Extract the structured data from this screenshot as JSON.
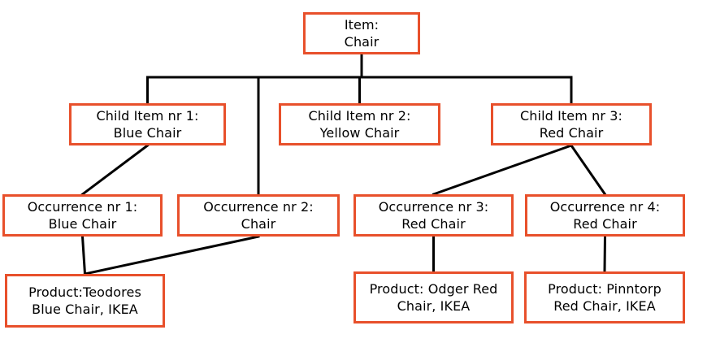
{
  "diagram": {
    "colors": {
      "box_border": "#E8502B",
      "line": "#000000",
      "text": "#000000",
      "background": "#FFFFFF"
    },
    "nodes": {
      "item": {
        "label": "Item:\nChair"
      },
      "child1": {
        "label": "Child Item nr 1:\nBlue Chair"
      },
      "child2": {
        "label": "Child Item nr 2:\nYellow Chair"
      },
      "child3": {
        "label": "Child Item nr 3:\nRed Chair"
      },
      "occ1": {
        "label": "Occurrence nr 1:\nBlue Chair"
      },
      "occ2": {
        "label": "Occurrence nr 2:\nChair"
      },
      "occ3": {
        "label": "Occurrence nr 3:\nRed Chair"
      },
      "occ4": {
        "label": "Occurrence nr 4:\nRed Chair"
      },
      "prod1": {
        "label": "Product:Teodores\nBlue Chair, IKEA"
      },
      "prod2": {
        "label": "Product: Odger Red\nChair, IKEA"
      },
      "prod3": {
        "label": "Product: Pinntorp\nRed Chair, IKEA"
      }
    },
    "edges": [
      {
        "type": "bus",
        "from": "item",
        "to": [
          "child1",
          "child2",
          "child3"
        ],
        "drops": [
          "occ2"
        ]
      },
      {
        "type": "line",
        "from": "child1",
        "to": "occ1"
      },
      {
        "type": "line",
        "from": "child3",
        "to": "occ3"
      },
      {
        "type": "line",
        "from": "child3",
        "to": "occ4"
      },
      {
        "type": "line",
        "from": "occ1",
        "to": "prod1"
      },
      {
        "type": "line",
        "from": "occ2",
        "to": "prod1"
      },
      {
        "type": "line",
        "from": "occ3",
        "to": "prod2"
      },
      {
        "type": "line",
        "from": "occ4",
        "to": "prod3"
      }
    ]
  }
}
